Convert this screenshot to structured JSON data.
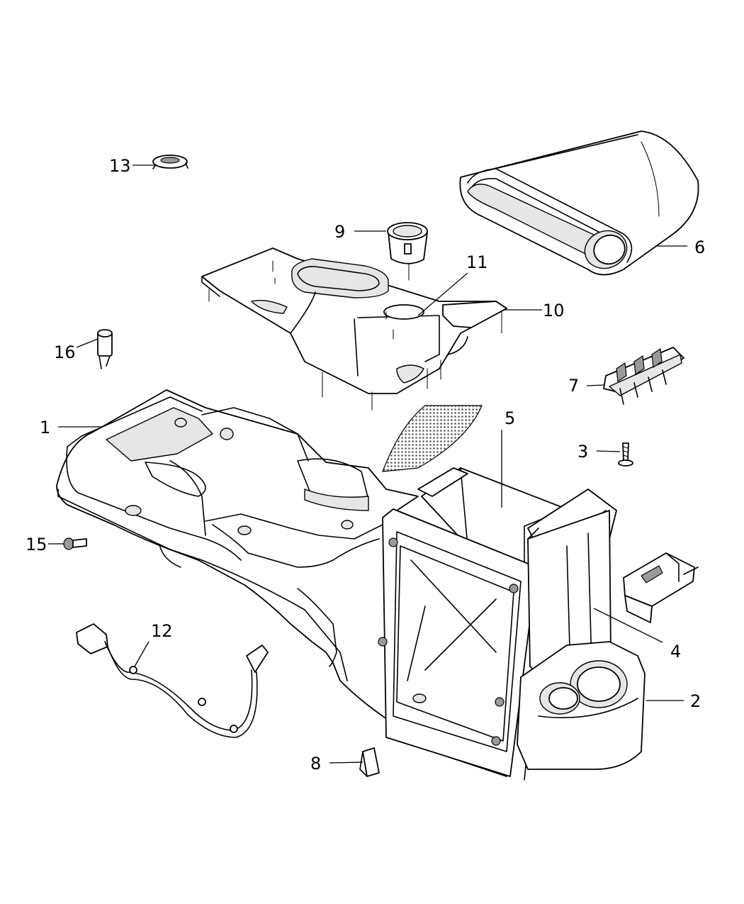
{
  "diagram": {
    "callouts": [
      {
        "id": "c1",
        "label": "1"
      },
      {
        "id": "c2",
        "label": "2"
      },
      {
        "id": "c3",
        "label": "3"
      },
      {
        "id": "c4",
        "label": "4"
      },
      {
        "id": "c5",
        "label": "5"
      },
      {
        "id": "c6",
        "label": "6"
      },
      {
        "id": "c7",
        "label": "7"
      },
      {
        "id": "c8",
        "label": "8"
      },
      {
        "id": "c9",
        "label": "9"
      },
      {
        "id": "c10",
        "label": "10"
      },
      {
        "id": "c11",
        "label": "11"
      },
      {
        "id": "c12",
        "label": "12"
      },
      {
        "id": "c13",
        "label": "13"
      },
      {
        "id": "c15",
        "label": "15"
      },
      {
        "id": "c16",
        "label": "16"
      }
    ]
  }
}
